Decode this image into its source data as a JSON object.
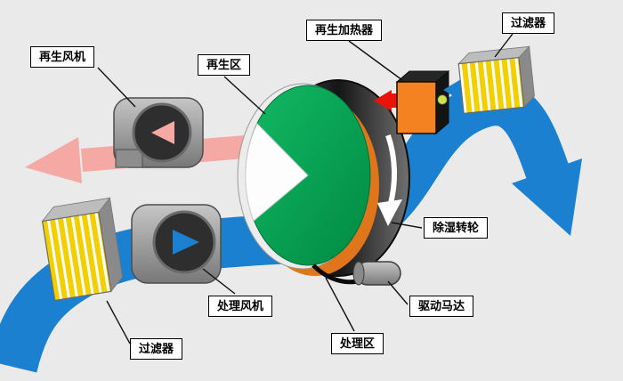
{
  "colors": {
    "background": "#eaeaea",
    "process_air_blue": "#1a80cf",
    "regen_exhaust_pink": "#f4a9a4",
    "hot_air_red": "#e81309",
    "wheel_green": "#00a651",
    "wheel_orange": "#e0761c",
    "heater_orange": "#f58220",
    "filter_yellow": "#f2cf00",
    "indicator_green": "#cfe04a",
    "machine_gray": "#9c9c9c"
  },
  "labels": {
    "regen_fan": "再生风机",
    "regen_zone": "再生区",
    "regen_heater": "再生加热器",
    "filter_top": "过滤器",
    "desiccant_wheel": "除湿转轮",
    "drive_motor": "驱动马达",
    "process_fan": "处理风机",
    "process_zone": "处理区",
    "filter_bottom": "过滤器"
  }
}
